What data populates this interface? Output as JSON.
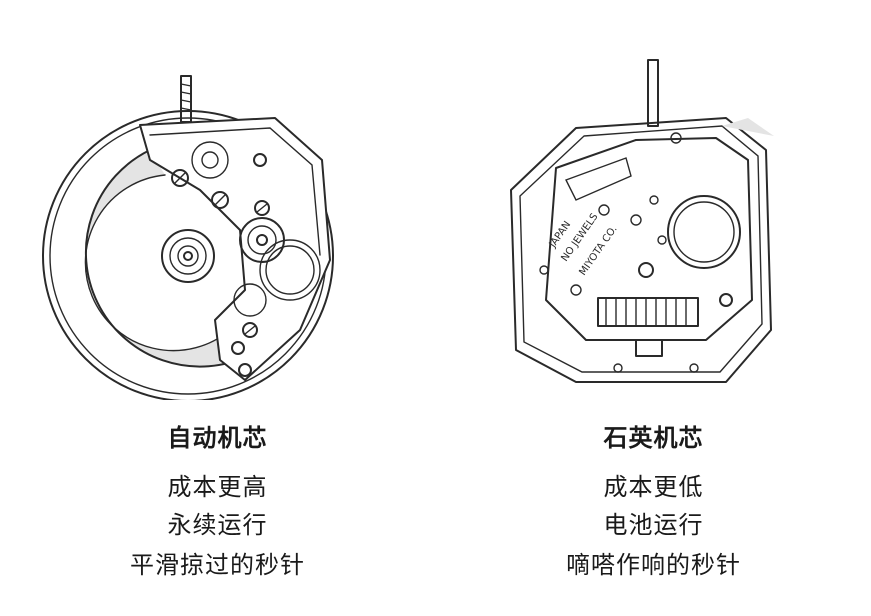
{
  "automatic": {
    "title": "自动机芯",
    "lines": [
      "成本更高",
      "永续运行",
      "平滑掠过的秒针"
    ]
  },
  "quartz": {
    "title": "石英机芯",
    "lines": [
      "成本更低",
      "电池运行",
      "嘀嗒作响的秒针"
    ],
    "engraving": [
      "JAPAN",
      "NO JEWELS",
      "MIYOTA CO."
    ]
  }
}
